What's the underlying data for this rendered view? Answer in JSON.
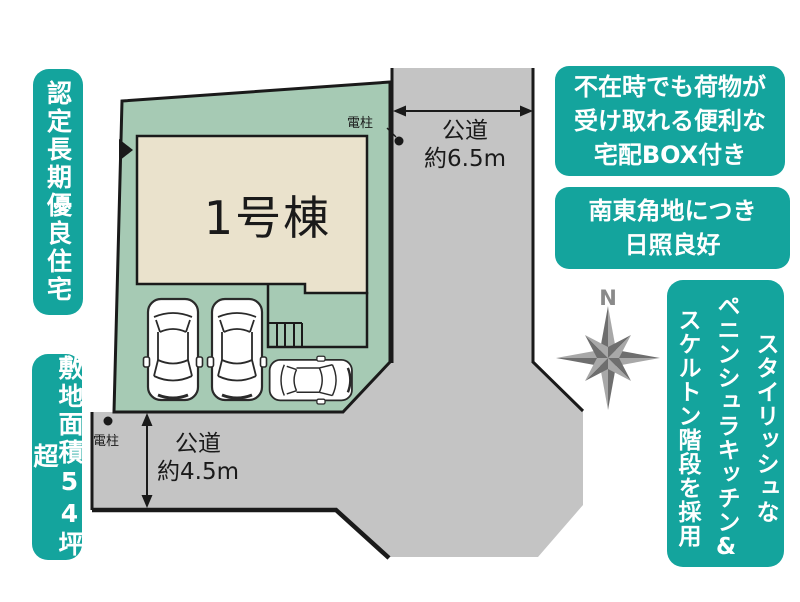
{
  "colors": {
    "callout_teal": "#14a49d",
    "plot_green": "#a6cab4",
    "building_beige": "#eae2cc",
    "road_gray": "#c4c4c4",
    "outline_black": "#1a1a1a",
    "compass_light": "#a8a8a8",
    "compass_dark": "#6e6e6e"
  },
  "callouts": {
    "left_top": "認定長期優良住宅",
    "left_bottom": "敷地面積54坪超",
    "right_top_lines": [
      "不在時でも荷物が",
      "受け取れる便利な",
      "宅配BOX付き"
    ],
    "right_mid_lines": [
      "南東角地につき",
      "日照良好"
    ],
    "right_vertical_lines": [
      "スタイリッシュな",
      "ペニンシュラキッチン&",
      "スケルトン階段を採用"
    ]
  },
  "plan": {
    "building_label": "1号棟",
    "road_top_name": "公道",
    "road_top_width": "約6.5m",
    "road_left_name": "公道",
    "road_left_width": "約4.5m",
    "pole_top": "電柱",
    "pole_bottom": "電柱",
    "compass_n": "N"
  }
}
